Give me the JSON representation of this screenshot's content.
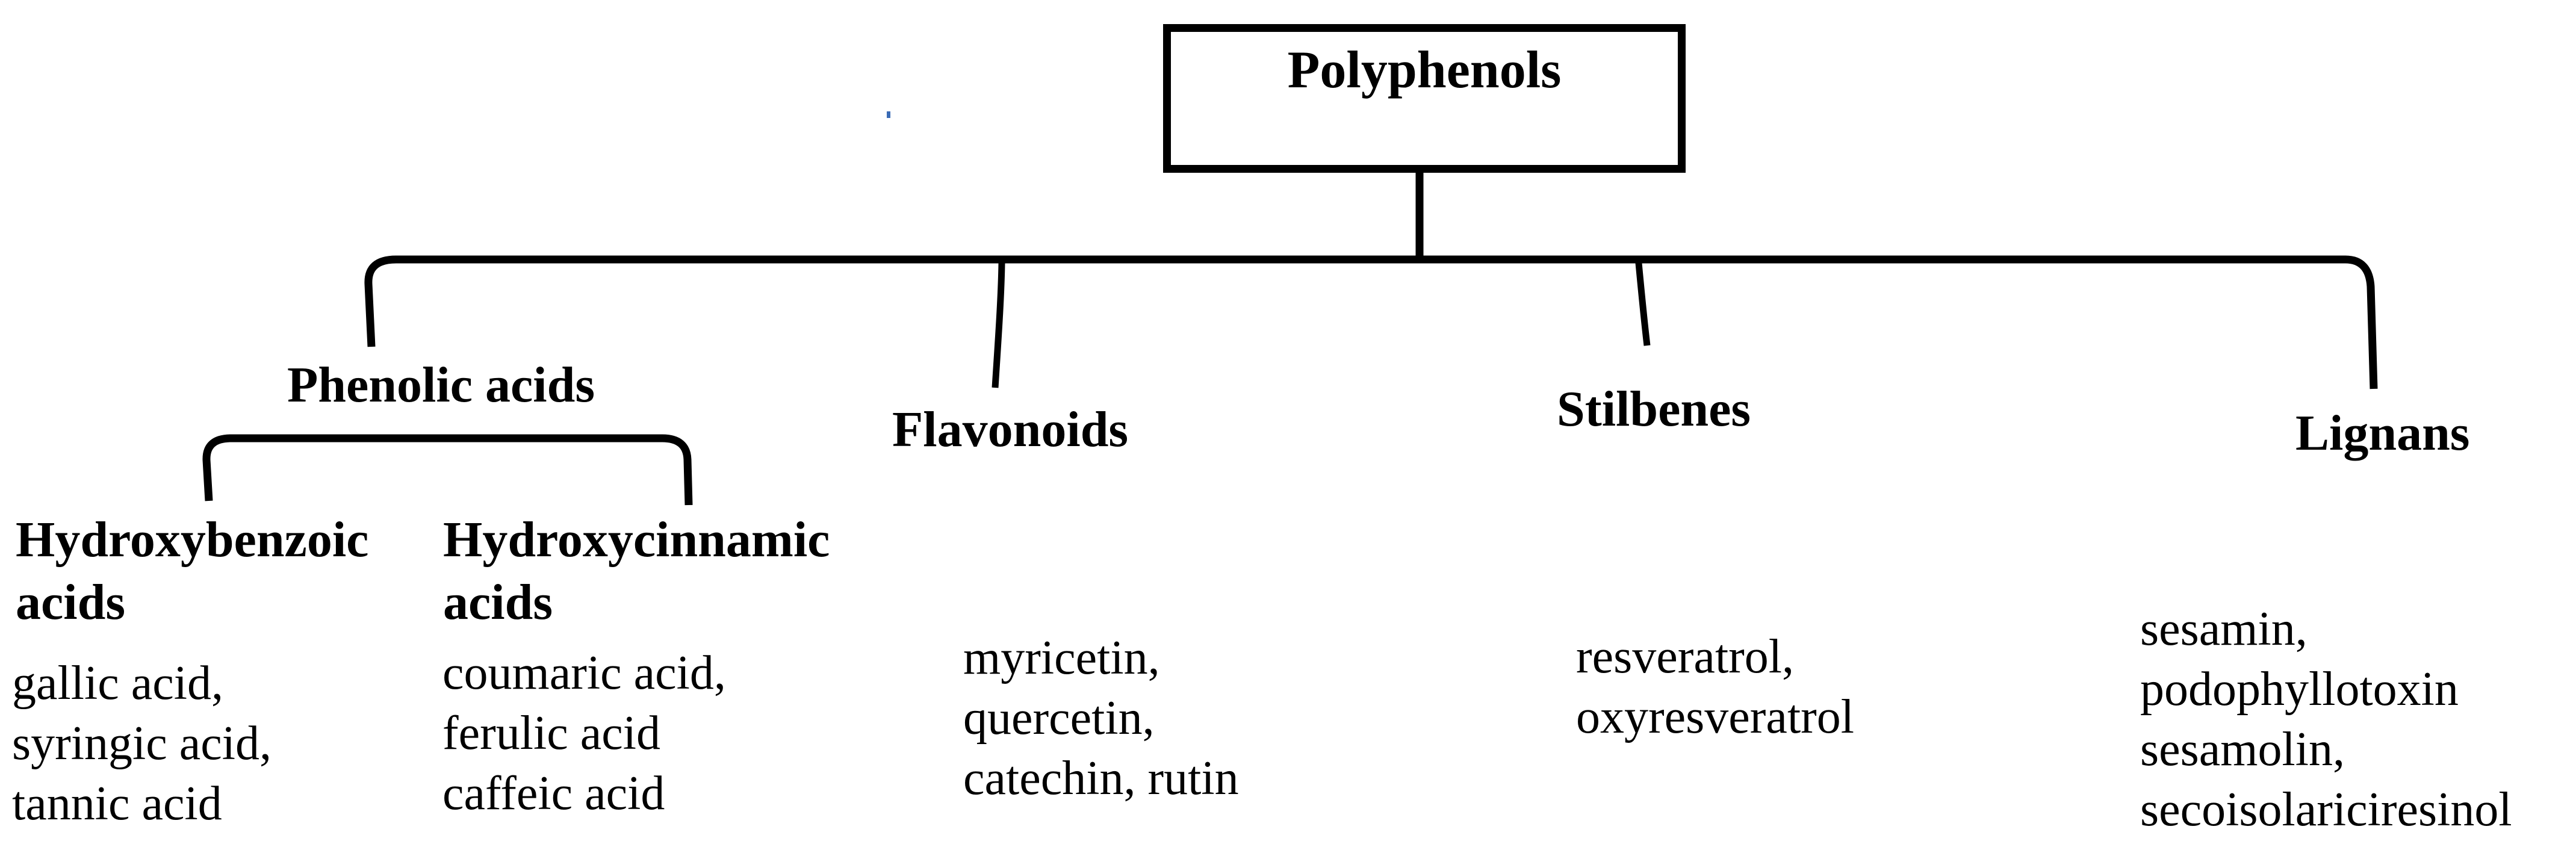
{
  "figure": {
    "background_color": "#ffffff",
    "line_color": "#000000",
    "text_color": "#000000",
    "artifact_color": "#3a6bb5"
  },
  "root": {
    "label": "Polyphenols"
  },
  "branches": [
    {
      "label": "Phenolic acids",
      "subgroups": [
        {
          "label_line1": "Hydroxybenzoic",
          "label_line2": "acids",
          "items": [
            "gallic acid,",
            "syringic acid,",
            "tannic acid"
          ]
        },
        {
          "label_line1": "Hydroxycinnamic",
          "label_line2": "acids",
          "items": [
            "coumaric acid,",
            "ferulic acid",
            "caffeic acid"
          ]
        }
      ]
    },
    {
      "label": "Flavonoids",
      "items": [
        "myricetin,",
        "quercetin,",
        "catechin, rutin"
      ]
    },
    {
      "label": "Stilbenes",
      "items": [
        "resveratrol,",
        "oxyresveratrol"
      ]
    },
    {
      "label": "Lignans",
      "items": [
        "sesamin,",
        "podophyllotoxin",
        "sesamolin,",
        "secoisolariciresinol"
      ]
    }
  ]
}
